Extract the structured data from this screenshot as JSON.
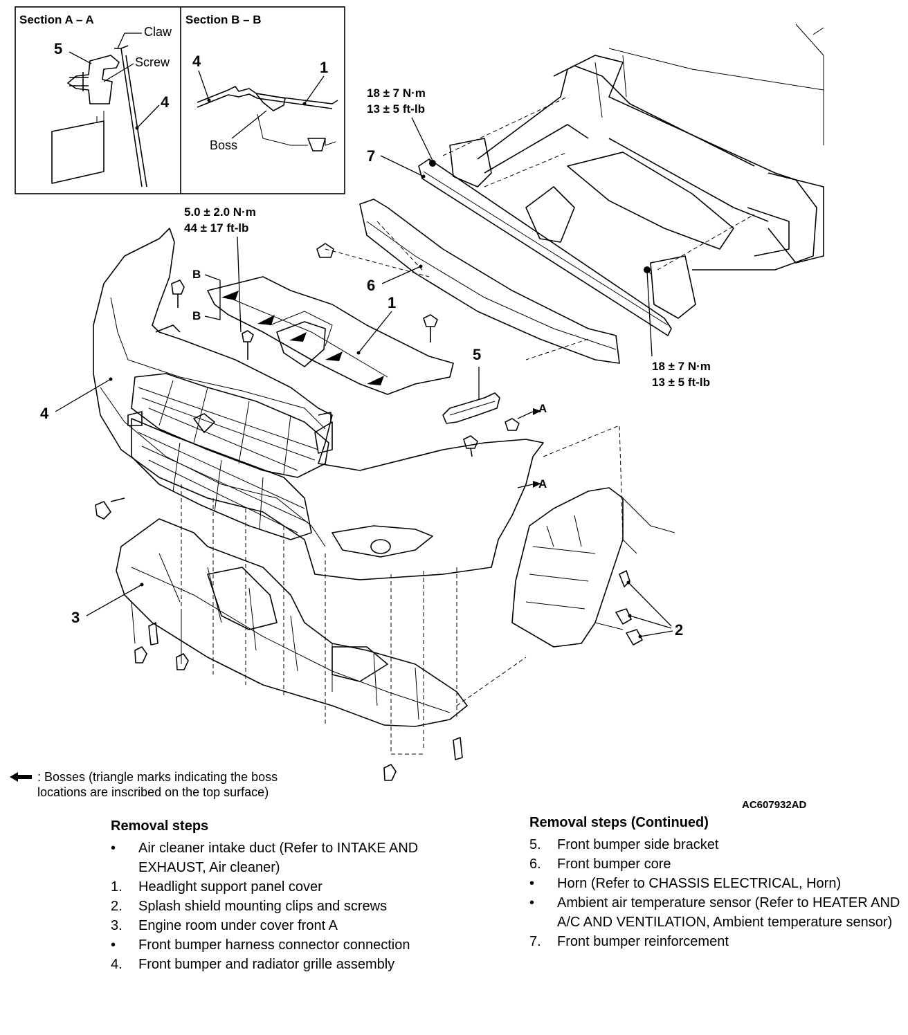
{
  "figure": {
    "section_aa": {
      "title": "Section A – A",
      "claw": "Claw",
      "screw": "Screw",
      "num5": "5",
      "num4": "4"
    },
    "section_bb": {
      "title": "Section B – B",
      "num4": "4",
      "num1": "1",
      "boss": "Boss"
    },
    "torques": {
      "top_nm": "18 ± 7 N·m",
      "top_ftlb": "13 ± 5 ft-lb",
      "mid_nm": "5.0 ± 2.0 N·m",
      "mid_ftlb": "44 ± 17 ft-lb",
      "right_nm": "18 ± 7 N·m",
      "right_ftlb": "13 ± 5 ft-lb"
    },
    "callouts": {
      "c1": "1",
      "c2": "2",
      "c3": "3",
      "c4": "4",
      "c5": "5",
      "c6": "6",
      "c7": "7"
    },
    "section_marks": {
      "b1": "B",
      "b2": "B",
      "a1": "A",
      "a2": "A"
    },
    "figure_id": "AC607932AD"
  },
  "legend": {
    "text_line1": ": Bosses (triangle marks indicating the boss",
    "text_line2": "locations are inscribed on the top surface)"
  },
  "removal_steps": {
    "title": "Removal steps",
    "items": [
      {
        "marker": "•",
        "text": "Air cleaner intake duct (Refer to INTAKE AND EXHAUST, Air cleaner)"
      },
      {
        "marker": "1.",
        "text": "Headlight support panel cover"
      },
      {
        "marker": "2.",
        "text": "Splash shield mounting clips and screws"
      },
      {
        "marker": "3.",
        "text": "Engine room under cover front A"
      },
      {
        "marker": "•",
        "text": "Front bumper harness connector connection"
      },
      {
        "marker": "4.",
        "text": "Front bumper and radiator grille assembly"
      }
    ]
  },
  "removal_steps_continued": {
    "title": "Removal steps (Continued)",
    "items": [
      {
        "marker": "5.",
        "text": "Front bumper side bracket"
      },
      {
        "marker": "6.",
        "text": "Front bumper core"
      },
      {
        "marker": "•",
        "text": "Horn (Refer to CHASSIS ELECTRICAL, Horn)"
      },
      {
        "marker": "•",
        "text": "Ambient air temperature sensor (Refer to HEATER AND A/C AND VENTILATION,  Ambient temperature sensor)"
      },
      {
        "marker": "7.",
        "text": "Front bumper reinforcement"
      }
    ]
  }
}
